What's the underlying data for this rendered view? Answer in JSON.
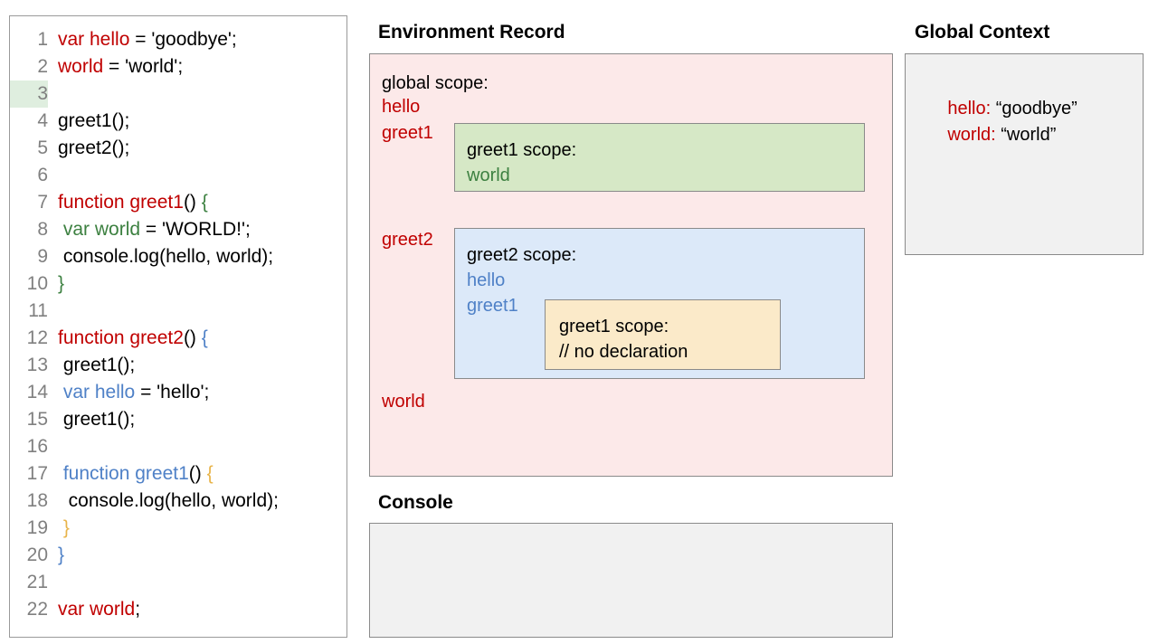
{
  "code_panel": {
    "lines": [
      {
        "num": "1",
        "highlight": false,
        "indent": 0,
        "tokens": [
          {
            "t": "var hello",
            "c": "red"
          },
          {
            "t": " = 'goodbye';",
            "c": "black"
          }
        ]
      },
      {
        "num": "2",
        "highlight": false,
        "indent": 0,
        "tokens": [
          {
            "t": "world",
            "c": "red"
          },
          {
            "t": " = 'world';",
            "c": "black"
          }
        ]
      },
      {
        "num": "3",
        "highlight": true,
        "indent": 0,
        "tokens": []
      },
      {
        "num": "4",
        "highlight": false,
        "indent": 0,
        "tokens": [
          {
            "t": "greet1();",
            "c": "black"
          }
        ]
      },
      {
        "num": "5",
        "highlight": false,
        "indent": 0,
        "tokens": [
          {
            "t": "greet2();",
            "c": "black"
          }
        ]
      },
      {
        "num": "6",
        "highlight": false,
        "indent": 0,
        "tokens": []
      },
      {
        "num": "7",
        "highlight": false,
        "indent": 0,
        "tokens": [
          {
            "t": "function greet1",
            "c": "red"
          },
          {
            "t": "() ",
            "c": "black"
          },
          {
            "t": "{",
            "c": "green"
          }
        ]
      },
      {
        "num": "8",
        "highlight": false,
        "indent": 0,
        "tokens": [
          {
            "t": " ",
            "c": "black"
          },
          {
            "t": "var world",
            "c": "green"
          },
          {
            "t": " = 'WORLD!';",
            "c": "black"
          }
        ]
      },
      {
        "num": "9",
        "highlight": false,
        "indent": 0,
        "tokens": [
          {
            "t": " console.log(hello, world);",
            "c": "black"
          }
        ]
      },
      {
        "num": "10",
        "highlight": false,
        "indent": 0,
        "tokens": [
          {
            "t": "}",
            "c": "green"
          }
        ]
      },
      {
        "num": "11",
        "highlight": false,
        "indent": 0,
        "tokens": []
      },
      {
        "num": "12",
        "highlight": false,
        "indent": 0,
        "tokens": [
          {
            "t": "function greet2",
            "c": "red"
          },
          {
            "t": "() ",
            "c": "black"
          },
          {
            "t": "{",
            "c": "blue"
          }
        ]
      },
      {
        "num": "13",
        "highlight": false,
        "indent": 0,
        "tokens": [
          {
            "t": " greet1();",
            "c": "black"
          }
        ]
      },
      {
        "num": "14",
        "highlight": false,
        "indent": 0,
        "tokens": [
          {
            "t": " ",
            "c": "black"
          },
          {
            "t": "var hello",
            "c": "blue"
          },
          {
            "t": " = 'hello';",
            "c": "black"
          }
        ]
      },
      {
        "num": "15",
        "highlight": false,
        "indent": 0,
        "tokens": [
          {
            "t": " greet1();",
            "c": "black"
          }
        ]
      },
      {
        "num": "16",
        "highlight": false,
        "indent": 0,
        "tokens": []
      },
      {
        "num": "17",
        "highlight": false,
        "indent": 0,
        "tokens": [
          {
            "t": " ",
            "c": "black"
          },
          {
            "t": "function greet1",
            "c": "blue"
          },
          {
            "t": "() ",
            "c": "black"
          },
          {
            "t": "{",
            "c": "gold"
          }
        ]
      },
      {
        "num": "18",
        "highlight": false,
        "indent": 0,
        "tokens": [
          {
            "t": "  console.log(hello, world);",
            "c": "black"
          }
        ]
      },
      {
        "num": "19",
        "highlight": false,
        "indent": 0,
        "tokens": [
          {
            "t": " ",
            "c": "black"
          },
          {
            "t": "}",
            "c": "gold"
          }
        ]
      },
      {
        "num": "20",
        "highlight": false,
        "indent": 0,
        "tokens": [
          {
            "t": "}",
            "c": "blue"
          }
        ]
      },
      {
        "num": "21",
        "highlight": false,
        "indent": 0,
        "tokens": []
      },
      {
        "num": "22",
        "highlight": false,
        "indent": 0,
        "tokens": [
          {
            "t": "var world",
            "c": "red"
          },
          {
            "t": ";",
            "c": "black"
          }
        ]
      }
    ]
  },
  "environment_record": {
    "title": "Environment Record",
    "global_scope_head": "global scope:",
    "bindings": {
      "hello": "hello",
      "greet1": "greet1",
      "greet2": "greet2",
      "world": "world"
    },
    "greet1_scope": {
      "head": "greet1 scope:",
      "entries": [
        "world"
      ]
    },
    "greet2_scope": {
      "head": "greet2 scope:",
      "entries": [
        "hello",
        "greet1"
      ]
    },
    "greet1_inner_scope": {
      "head": "greet1 scope:",
      "entries": [
        "// no declaration"
      ]
    }
  },
  "global_context": {
    "title": "Global Context",
    "entries": [
      {
        "key": "hello:",
        "value": " “goodbye”"
      },
      {
        "key": "world:",
        "value": " “world”"
      }
    ]
  },
  "console": {
    "title": "Console",
    "output": ""
  },
  "colors": {
    "red": "#c00000",
    "green": "#3c8040",
    "blue": "#4f81c7",
    "gold": "#e8b44a",
    "line_number": "#808080",
    "env_panel_bg": "#fce9e9",
    "green_box_bg": "#d6e8c6",
    "blue_box_bg": "#dce9f9",
    "yellow_box_bg": "#fbeac9",
    "gray_panel_bg": "#f1f1f1",
    "highlight_line_bg": "#dfeedf",
    "border": "#8a8a8a"
  }
}
